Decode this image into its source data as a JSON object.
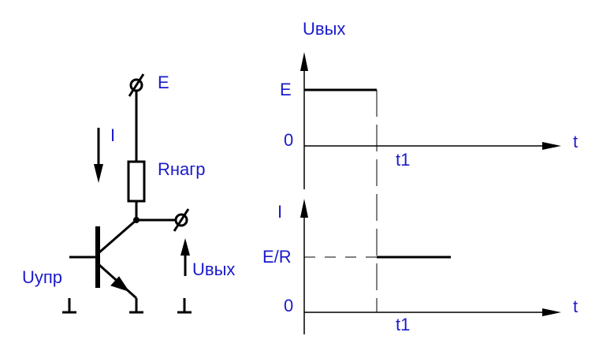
{
  "circuit": {
    "supply_label": "E",
    "current_label": "I",
    "load_label": "Rнагр",
    "control_label": "Uупр",
    "output_label": "Uвых"
  },
  "voltage_graph": {
    "y_axis_label": "Uвых",
    "x_axis_label": "t",
    "level_high_label": "E",
    "zero_label": "0",
    "time_label": "t1"
  },
  "current_graph": {
    "y_axis_label": "I",
    "x_axis_label": "t",
    "level_label": "E/R",
    "zero_label": "0",
    "time_label": "t1"
  },
  "colors": {
    "text": "#1a1acc",
    "line": "#000000"
  }
}
